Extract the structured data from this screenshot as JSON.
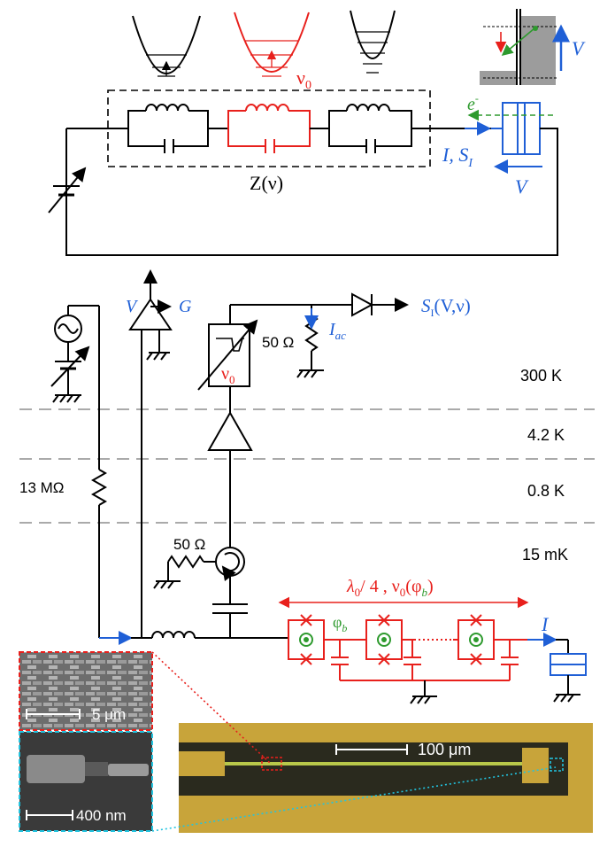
{
  "top": {
    "nu0": "ν",
    "nu0_sub": "0",
    "impedance": "Z(ν)",
    "current": "I, S",
    "current_sub": "I",
    "voltage_v": "V",
    "voltage_bias": "V",
    "electron": "e",
    "electron_sup": "-"
  },
  "bottom": {
    "v_label": "V",
    "g_label": "G",
    "si_label": "S",
    "si_sub": "I",
    "si_args": "(V,ν)",
    "iac": "I",
    "iac_sub": "ac",
    "r50_top": "50 Ω",
    "r50_bottom": "50 Ω",
    "r13": "13 MΩ",
    "filter_label": "ν",
    "filter_sub": "0",
    "temps": [
      "300 K",
      "4.2 K",
      "0.8 K",
      "15 mK"
    ],
    "lambda_label": "λ",
    "lambda_sub": "0",
    "lambda_mid": "/ 4 , ν",
    "lambda_nu_sub": "0",
    "lambda_phi": "(φ",
    "lambda_phi_sub": "b",
    "lambda_end": ")",
    "phi_b": "φ",
    "phi_b_sub": "b",
    "i_label": "I"
  },
  "images": {
    "sem1_scale": "5 μm",
    "sem2_scale": "400 nm",
    "optical_scale": "100 μm"
  },
  "colors": {
    "black": "#000000",
    "red": "#e8201c",
    "blue": "#1f5fd6",
    "green": "#2e9a2e",
    "cyan": "#22c4e0",
    "gold": "#c8a43a"
  }
}
